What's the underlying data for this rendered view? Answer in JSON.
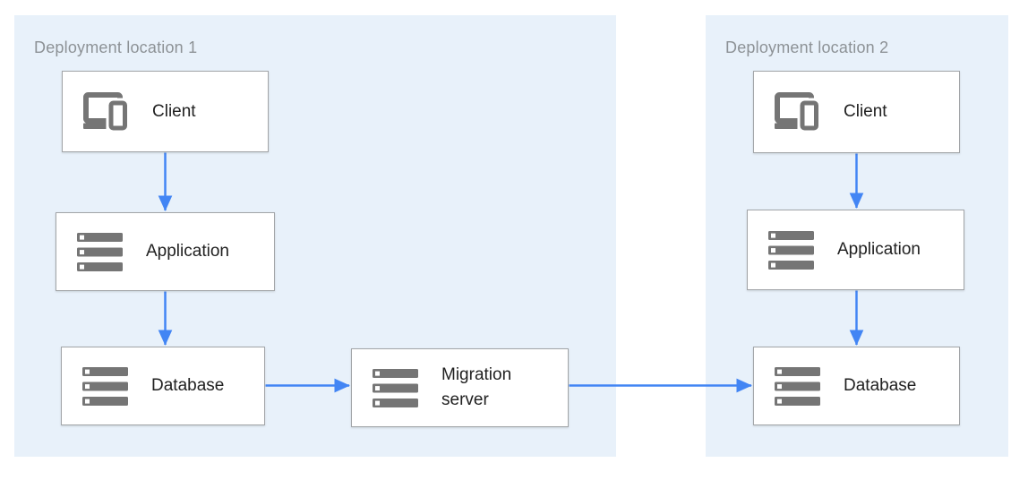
{
  "regions": [
    {
      "id": "deployment-location-1",
      "title": "Deployment location 1"
    },
    {
      "id": "deployment-location-2",
      "title": "Deployment location 2"
    }
  ],
  "nodes": {
    "client1": {
      "label": "Client",
      "icon": "devices-icon",
      "region": "deployment-location-1"
    },
    "app1": {
      "label": "Application",
      "icon": "server-stack-icon",
      "region": "deployment-location-1"
    },
    "db1": {
      "label": "Database",
      "icon": "server-stack-icon",
      "region": "deployment-location-1"
    },
    "migration": {
      "label": "Migration server",
      "icon": "server-stack-icon",
      "region": "deployment-location-1"
    },
    "client2": {
      "label": "Client",
      "icon": "devices-icon",
      "region": "deployment-location-2"
    },
    "app2": {
      "label": "Application",
      "icon": "server-stack-icon",
      "region": "deployment-location-2"
    },
    "db2": {
      "label": "Database",
      "icon": "server-stack-icon",
      "region": "deployment-location-2"
    }
  },
  "edges": [
    {
      "from": "client1",
      "to": "app1"
    },
    {
      "from": "app1",
      "to": "db1"
    },
    {
      "from": "db1",
      "to": "migration"
    },
    {
      "from": "migration",
      "to": "db2"
    },
    {
      "from": "client2",
      "to": "app2"
    },
    {
      "from": "app2",
      "to": "db2"
    }
  ],
  "colors": {
    "region_fill": "#e8f1fa",
    "arrow": "#4285f4",
    "icon_gray": "#757575",
    "box_border": "#a2a5a8",
    "label_text": "#212121",
    "title_text": "#8d9296"
  }
}
